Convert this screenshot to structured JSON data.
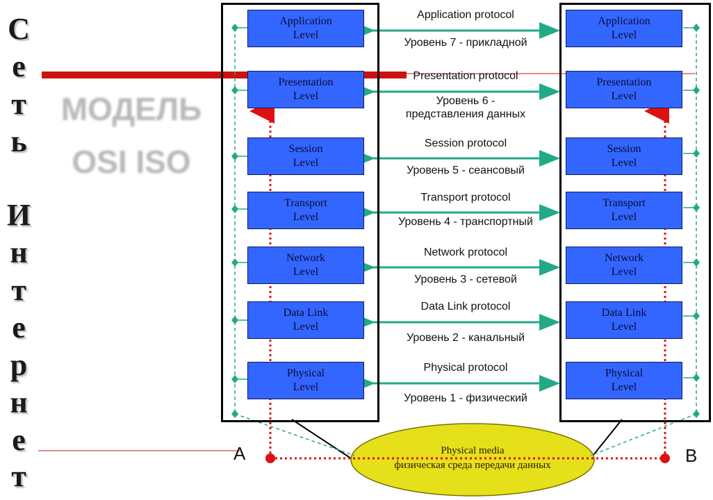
{
  "side_title_letters": [
    "С",
    "е",
    "т",
    "ь",
    "И",
    "н",
    "т",
    "е",
    "р",
    "н",
    "е",
    "т"
  ],
  "watermark": {
    "line1": "МОДЕЛЬ",
    "line2": "OSI ISO"
  },
  "stack_a": {
    "levels": [
      {
        "line1": "Application",
        "line2": "Level"
      },
      {
        "line1": "Presentation",
        "line2": "Level"
      },
      {
        "line1": "Session",
        "line2": "Level"
      },
      {
        "line1": "Transport",
        "line2": "Level"
      },
      {
        "line1": "Network",
        "line2": "Level"
      },
      {
        "line1": "Data Link",
        "line2": "Level"
      },
      {
        "line1": "Physical",
        "line2": "Level"
      }
    ]
  },
  "stack_b": {
    "levels": [
      {
        "line1": "Application",
        "line2": "Level"
      },
      {
        "line1": "Presentation",
        "line2": "Level"
      },
      {
        "line1": "Session",
        "line2": "Level"
      },
      {
        "line1": "Transport",
        "line2": "Level"
      },
      {
        "line1": "Network",
        "line2": "Level"
      },
      {
        "line1": "Data Link",
        "line2": "Level"
      },
      {
        "line1": "Physical",
        "line2": "Level"
      }
    ]
  },
  "protocols": [
    {
      "name": "Application protocol",
      "ru": "Уровень 7 - прикладной"
    },
    {
      "name": "Presentation protocol",
      "ru": "Уровень 6 -\nпредставления данных"
    },
    {
      "name": "Session protocol",
      "ru": "Уровень 5 - сеансовый"
    },
    {
      "name": "Transport protocol",
      "ru": "Уровень 4 - транспортный"
    },
    {
      "name": "Network protocol",
      "ru": "Уровень 3 - сетевой"
    },
    {
      "name": "Data Link protocol",
      "ru": "Уровень 2 - канальный"
    },
    {
      "name": "Physical protocol",
      "ru": "Уровень 1 - физический"
    }
  ],
  "media": {
    "line1": "Physical media",
    "line2": "физическая среда передачи данных"
  },
  "endpoints": {
    "a": "A",
    "b": "B"
  },
  "colors": {
    "level_fill": "#3366ff",
    "arrow_teal": "#22aa88",
    "dashed_teal": "#22aa88",
    "red_path": "#dd1111",
    "ellipse_fill": "#e6e01a",
    "banner_red": "#cc1111"
  }
}
